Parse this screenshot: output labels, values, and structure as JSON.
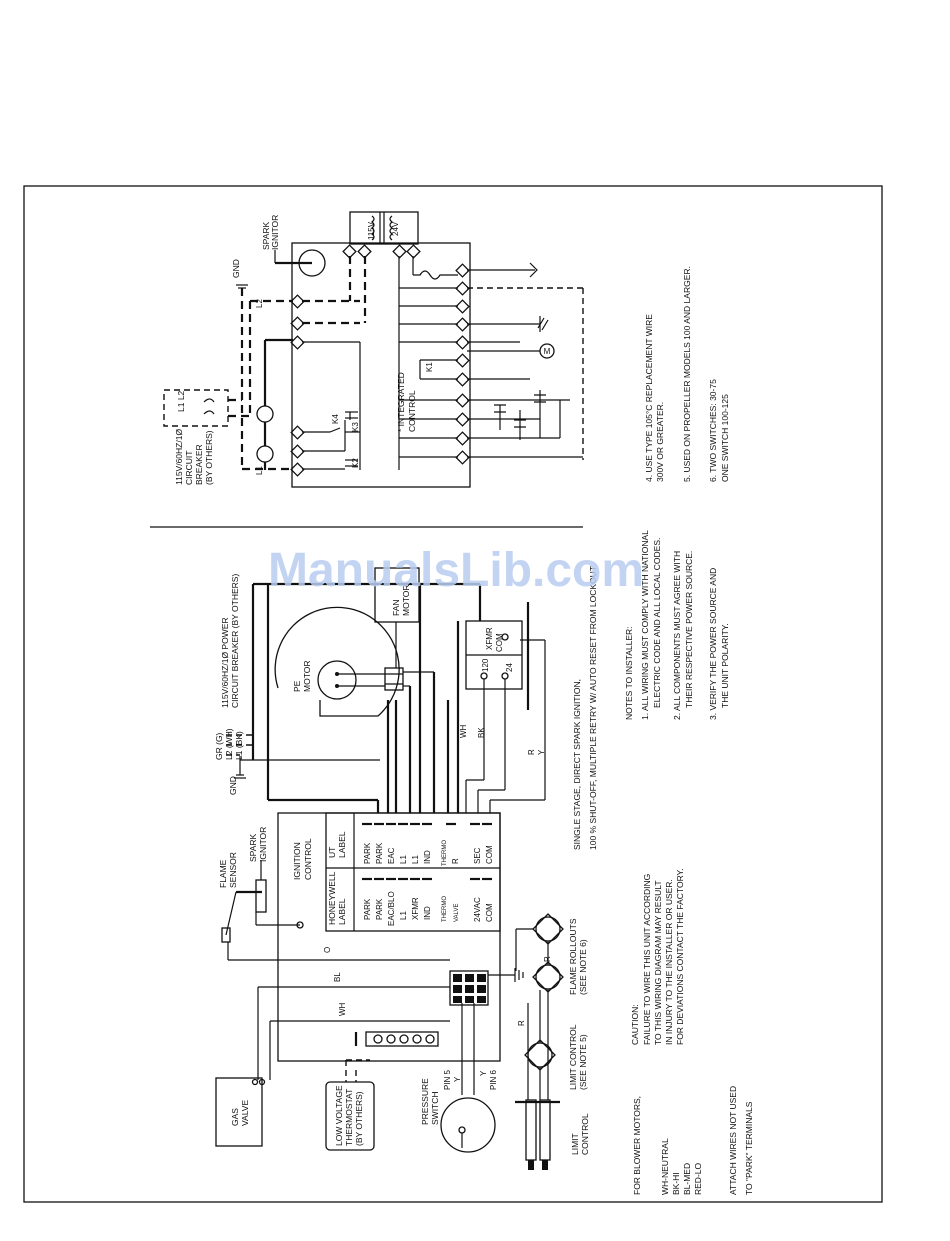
{
  "watermark": "ManualsLib.com",
  "upper_diagram": {
    "spark_ignitor": [
      "SPARK",
      "IGNITOR"
    ],
    "gnd": "GND",
    "breaker_terms": "L1  L2",
    "breaker": [
      "115V/60HZ/1Ø",
      "CIRCUIT",
      "BREAKER",
      "(BY OTHERS)"
    ],
    "transformer_primary": "115V",
    "transformer_secondary": "24V",
    "integrated_control": [
      "* INTEGRATED",
      "CONTROL"
    ],
    "k1": "K1",
    "k2": "K2",
    "k3": "K3",
    "k4": "K4",
    "l1_terminal": "L1",
    "l2_terminal": "L2",
    "motor_m": "M",
    "notes": [
      "4.  USE TYPE 105°C REPLACEMENT WIRE",
      "300V OR GREATER.",
      "5.  USED ON PROPELLER MODELS 100 AND LARGER.",
      "6.  TWO SWITCHES: 30-75",
      "ONE SWITCH 100-125"
    ]
  },
  "lower_diagram": {
    "gnd": "GND",
    "gr": "GR (G)",
    "l2": "L2 (WH)",
    "l1": "L1 (BK)",
    "power": [
      "115V/60HZ/1Ø POWER",
      "CIRCUIT BREAKER (BY OTHERS)"
    ],
    "fan_motor": [
      "FAN",
      "MOTOR"
    ],
    "pe_motor": [
      "PE",
      "MOTOR"
    ],
    "xfmr": "XFMR",
    "xfmr_com": "COM",
    "xfmr_120": "120",
    "xfmr_24": "24",
    "wire_wh": "WH",
    "wire_bk": "BK",
    "wire_r": "R",
    "wire_y": "Y",
    "wire_bl": "BL",
    "wire_o": "O",
    "flame_sensor": [
      "FLAME",
      "SENSOR"
    ],
    "spark_ignitor": [
      "SPARK",
      "IGNITOR"
    ],
    "ignition_control": [
      "IGNITION",
      "CONTROL"
    ],
    "ut_label": [
      "UT",
      "LABEL"
    ],
    "honeywell_label": [
      "HONEYWELL",
      "LABEL"
    ],
    "ut_terminals": [
      "PARK",
      "PARK",
      "EAC",
      "L1",
      "L1",
      "IND",
      "THERMO",
      "R",
      "SEC",
      "COM"
    ],
    "honeywell_terminals": [
      "PARK",
      "PARK",
      "EAC/BLO",
      "L1",
      "XFMR",
      "IND",
      "THERMO",
      "VALVE",
      "24VAC",
      "COM"
    ],
    "description": [
      "SINGLE STAGE, DIRECT SPARK IGNITION,",
      "100 % SHUT-OFF, MULTIPLE RETRY W/ AUTO RESET FROM LOCKOUT"
    ],
    "gas_valve": [
      "GAS",
      "VALVE"
    ],
    "thermostat": [
      "LOW VOLTAGE",
      "THERMOSTAT",
      "(BY OTHERS)"
    ],
    "pressure_switch": [
      "PRESSURE",
      "SWITCH"
    ],
    "pin5": "PIN 5",
    "pin6": "PIN 6",
    "flame_rollouts": [
      "FLAME ROLLOUTS",
      "(SEE NOTE 6)"
    ],
    "limit_control_note": [
      "LIMIT CONTROL",
      "(SEE NOTE 5)"
    ],
    "limit_control": [
      "LIMIT",
      "CONTROL"
    ],
    "caution": [
      "CAUTION:",
      "FAILURE TO WIRE THIS UNIT ACCORDING",
      "TO THIS WIRING DIAGRAM MAY RESULT",
      "IN INJURY TO THE INSTALLER OR USER.",
      "FOR DEVIATIONS CONTACT THE FACTORY."
    ],
    "notes_to_installer": [
      "NOTES TO INSTALLER:",
      "1.  ALL WIRING MUST COMPLY WITH NATIONAL",
      "ELECTRIC CODE AND ALL LOCAL CODES.",
      "2.  ALL COMPONENTS MUST AGREE WITH",
      "THEIR RESPECTIVE POWER SOURCE.",
      "3.  VERIFY THE POWER SOURCE AND",
      "THE UNIT POLARITY."
    ],
    "blower": [
      "FOR BLOWER MOTORS,",
      "WH-NEUTRAL",
      "BK-HI",
      "BL-MED",
      "RED-LO"
    ],
    "attach": [
      "ATTACH WIRES NOT USED",
      "TO \"PARK\" TERMINALS"
    ]
  }
}
